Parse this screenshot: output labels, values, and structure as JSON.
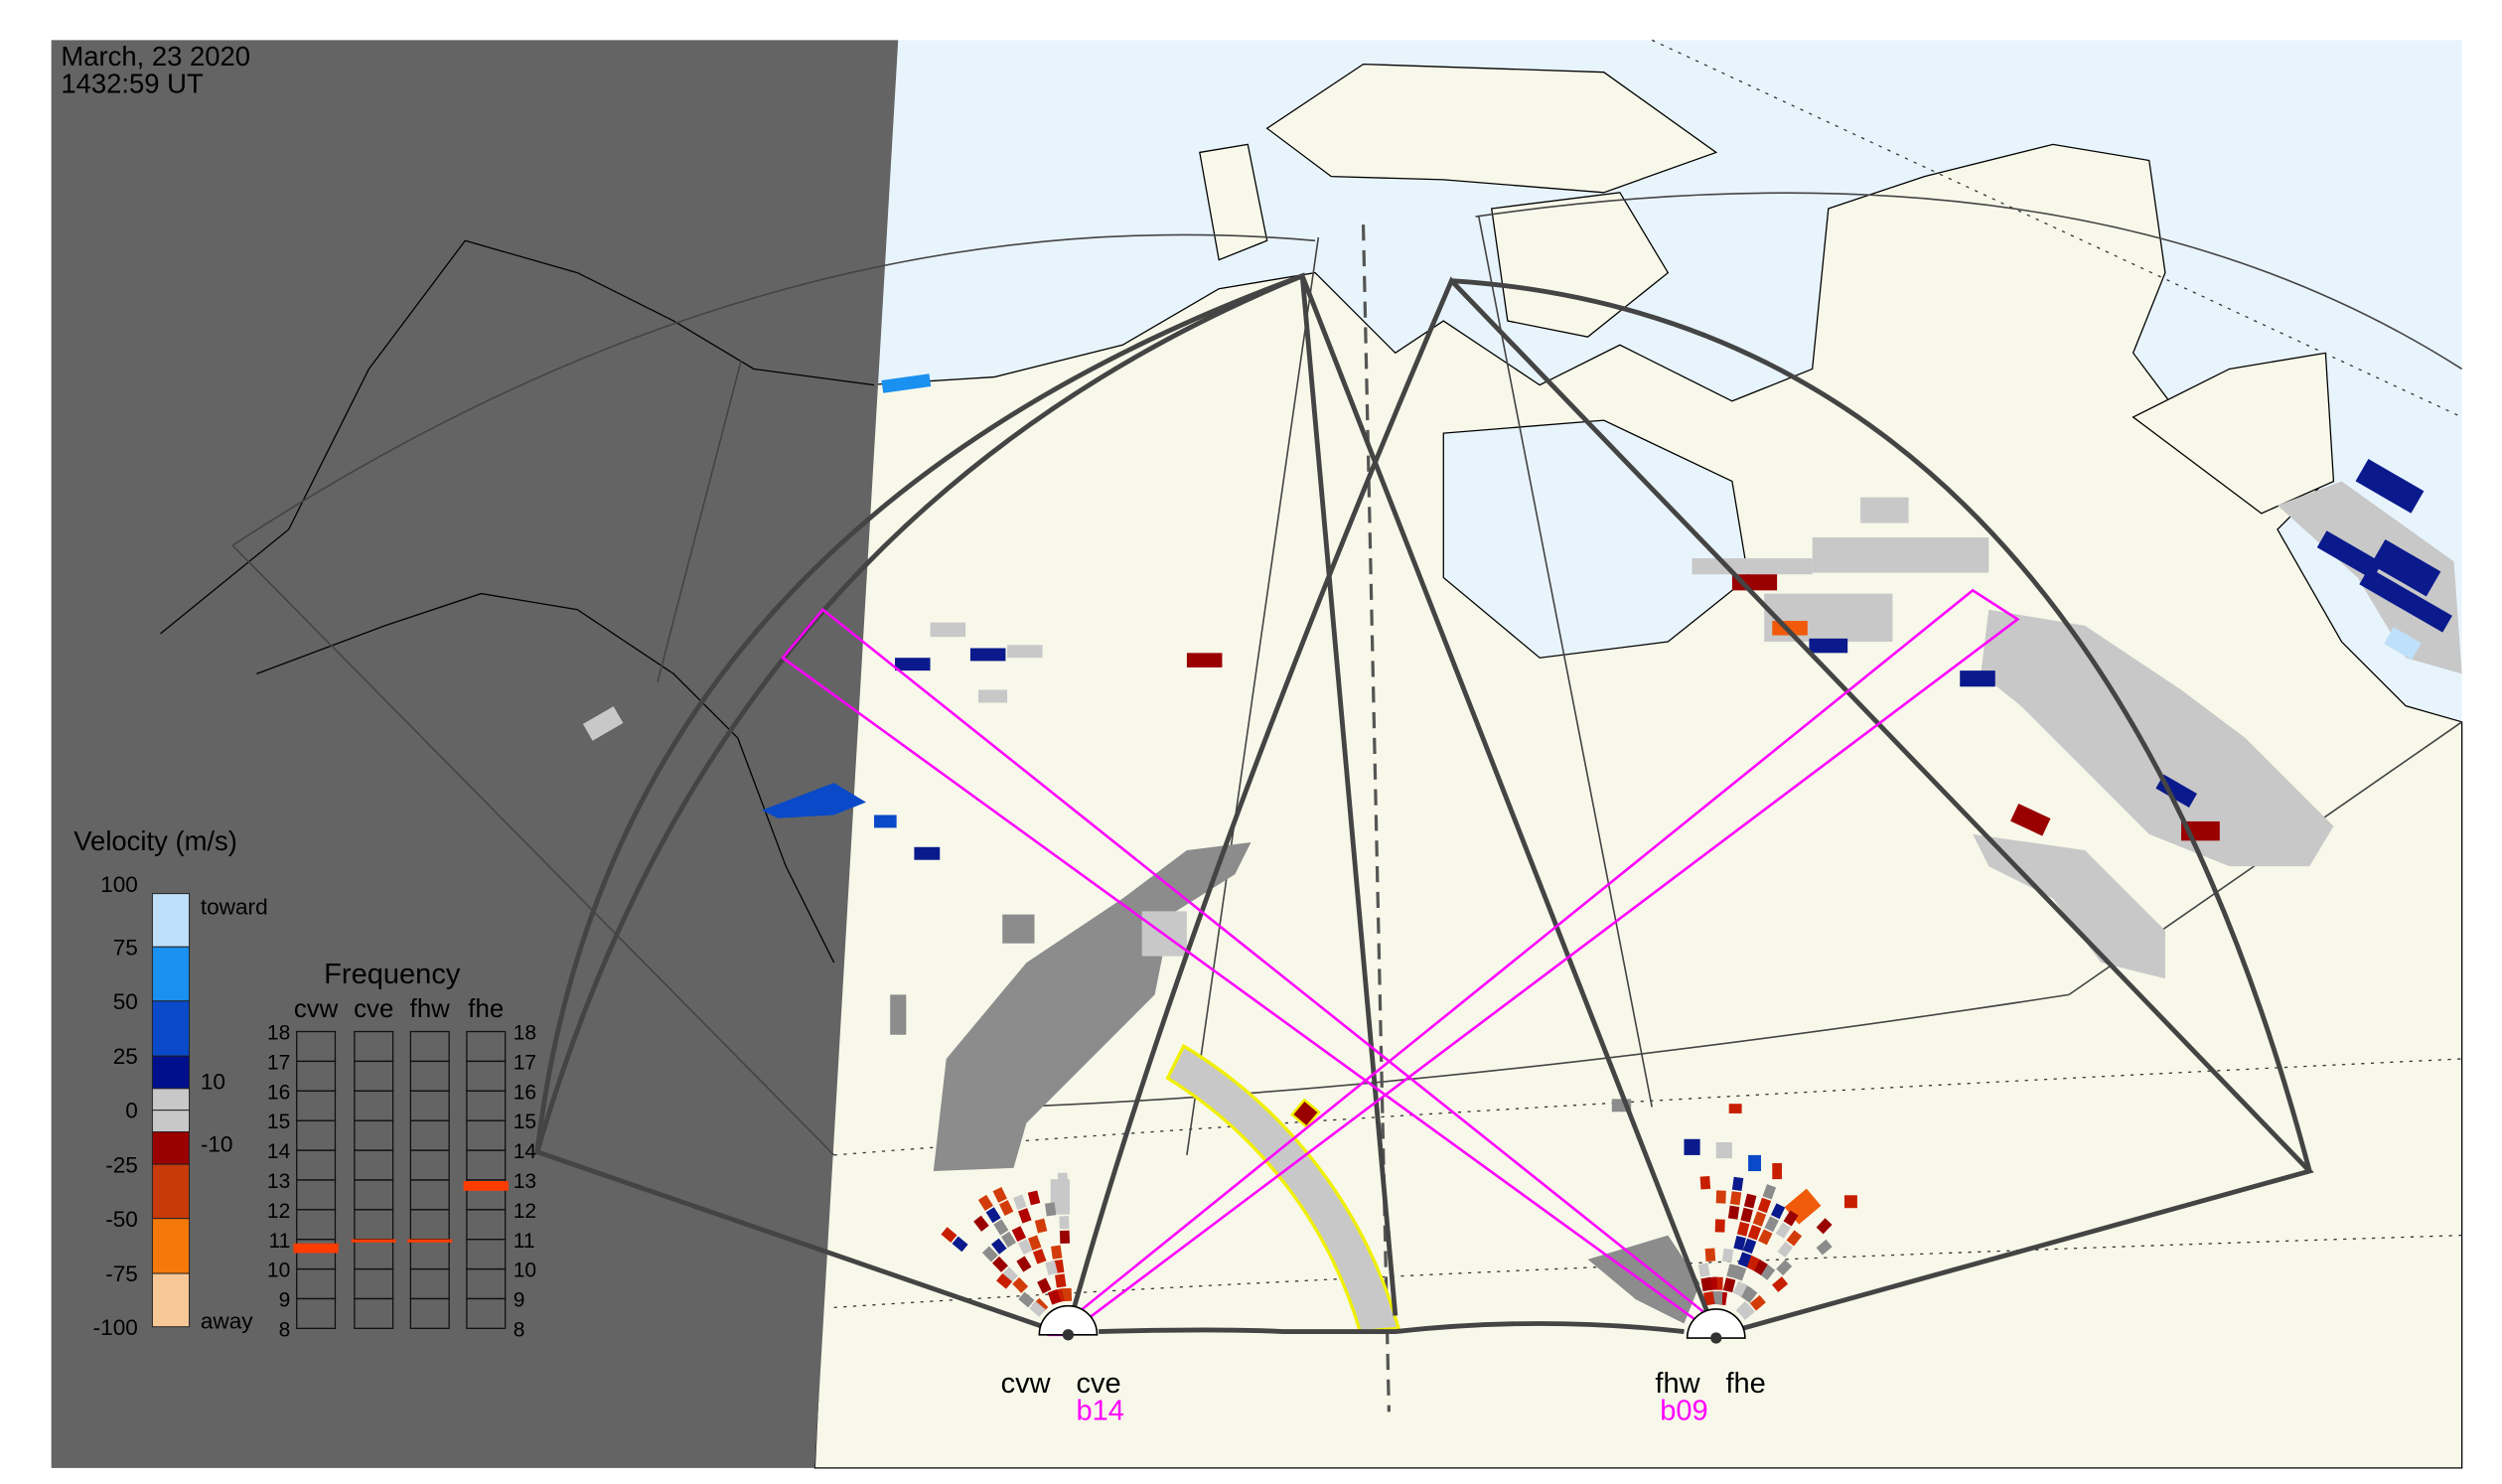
{
  "header": {
    "date": "March, 23 2020",
    "time": "1432:59 UT"
  },
  "velocity_legend": {
    "title": "Velocity (m/s)",
    "ticks": [
      "100",
      "75",
      "50",
      "25",
      "0",
      "-25",
      "-50",
      "-75",
      "-100"
    ],
    "inner_labels": {
      "toward": "toward",
      "away": "away",
      "pos": "10",
      "neg": "-10"
    },
    "colors": [
      "#bfe0fa",
      "#1a90f0",
      "#0a4ac8",
      "#000f8c",
      "#c8c8c8",
      "#c8c8c8",
      "#9a0000",
      "#c83a0a",
      "#f5780a",
      "#f8c898"
    ]
  },
  "frequency_panel": {
    "title": "Frequency",
    "radars": [
      "cvw",
      "cve",
      "fhw",
      "fhe"
    ],
    "ticks": [
      "18",
      "17",
      "16",
      "15",
      "14",
      "13",
      "12",
      "11",
      "10",
      "9",
      "8"
    ],
    "values_mhz": [
      10.7,
      10.95,
      10.95,
      12.8
    ],
    "marker_color": "#ff3c00"
  },
  "radars": {
    "cvw": "cvw",
    "cve": "cve",
    "fhw": "fhw",
    "fhe": "fhe",
    "beam_west": "b14",
    "beam_east": "b09"
  }
}
